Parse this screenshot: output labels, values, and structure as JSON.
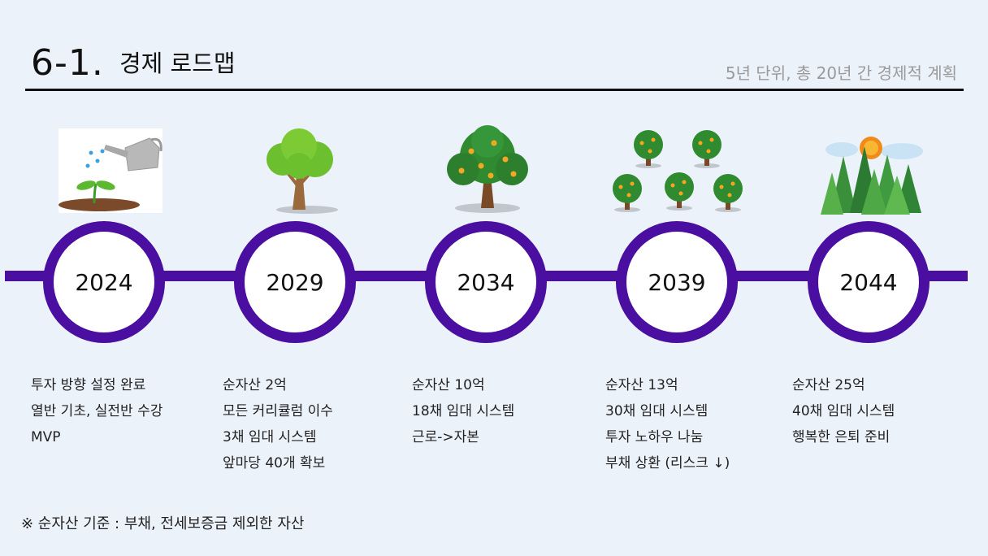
{
  "header": {
    "number": "6-1.",
    "title": "경제 로드맵",
    "subtitle": "5년 단위, 총 20년 간 경제적 계획"
  },
  "milestones": [
    {
      "year": "2024",
      "picture": "sprout-watering-can-icon",
      "lines": [
        "투자 방향 설정 완료",
        "열반 기초, 실전반 수강",
        "MVP"
      ]
    },
    {
      "year": "2029",
      "picture": "young-tree-icon",
      "lines": [
        "순자산 2억",
        "모든 커리큘럼 이수",
        "3채 임대 시스템",
        "앞마당 40개 확보"
      ]
    },
    {
      "year": "2034",
      "picture": "fruit-tree-icon",
      "lines": [
        "순자산 10억",
        "18채 임대 시스템",
        "근로->자본"
      ]
    },
    {
      "year": "2039",
      "picture": "orchard-icon",
      "lines": [
        "순자산 13억",
        "30채 임대 시스템",
        "투자 노하우 나눔",
        "부채 상환 (리스크 ↓)"
      ]
    },
    {
      "year": "2044",
      "picture": "forest-sunrise-icon",
      "lines": [
        "순자산 25억",
        "40채 임대 시스템",
        "행복한 은퇴 준비"
      ]
    }
  ],
  "footnote": "※ 순자산 기준  : 부채, 전세보증금 제외한 자산",
  "colors": {
    "timeline": "#4a0fa0",
    "background": "#ecf2fa",
    "leaf": "#2e8b3a",
    "fruit": "#f5a623"
  }
}
